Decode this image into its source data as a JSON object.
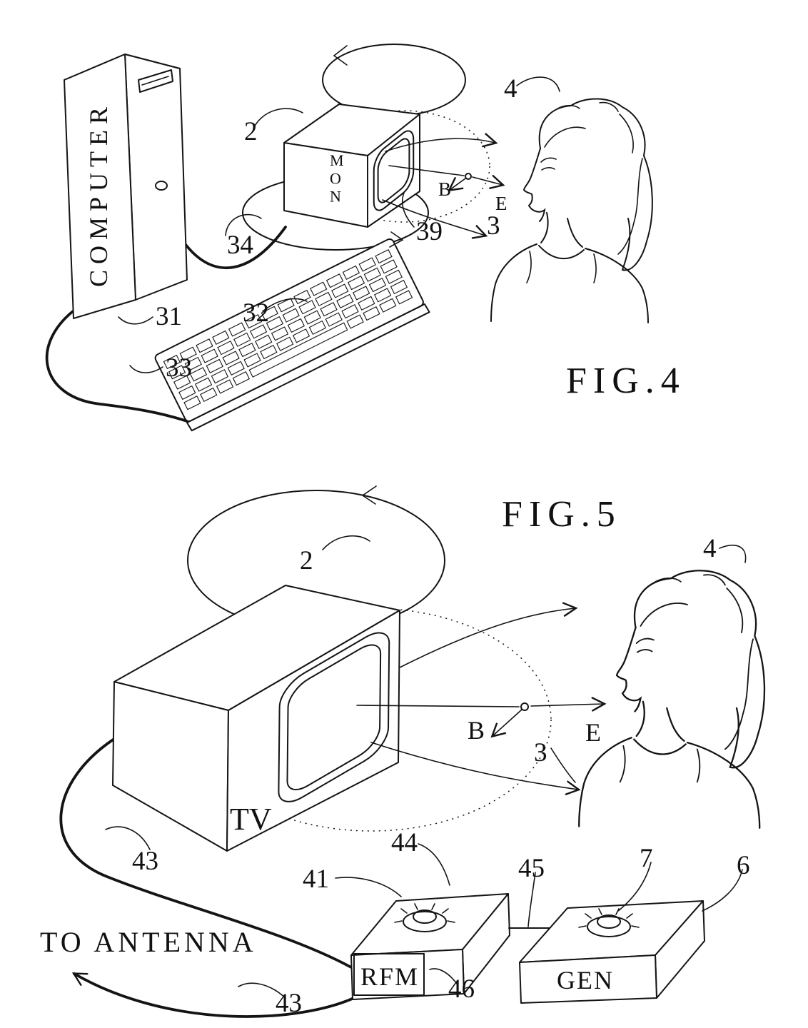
{
  "fig4": {
    "title": "FIG.4",
    "computer_label": "COMPUTER",
    "monitor_label": "MON",
    "refs": {
      "r2": "2",
      "r3": "3",
      "r4": "4",
      "r31": "31",
      "r32": "32",
      "r33": "33",
      "r34": "34",
      "r39": "39",
      "b": "B",
      "e": "E"
    }
  },
  "fig5": {
    "title": "FIG.5",
    "tv_label": "TV",
    "rfm_label": "RFM",
    "gen_label": "GEN",
    "to_antenna": "TO ANTENNA",
    "refs": {
      "r2": "2",
      "r3": "3",
      "r4": "4",
      "r6": "6",
      "r7": "7",
      "r41": "41",
      "r43a": "43",
      "r43b": "43",
      "r44": "44",
      "r45": "45",
      "r46": "46",
      "b": "B",
      "e": "E"
    }
  }
}
